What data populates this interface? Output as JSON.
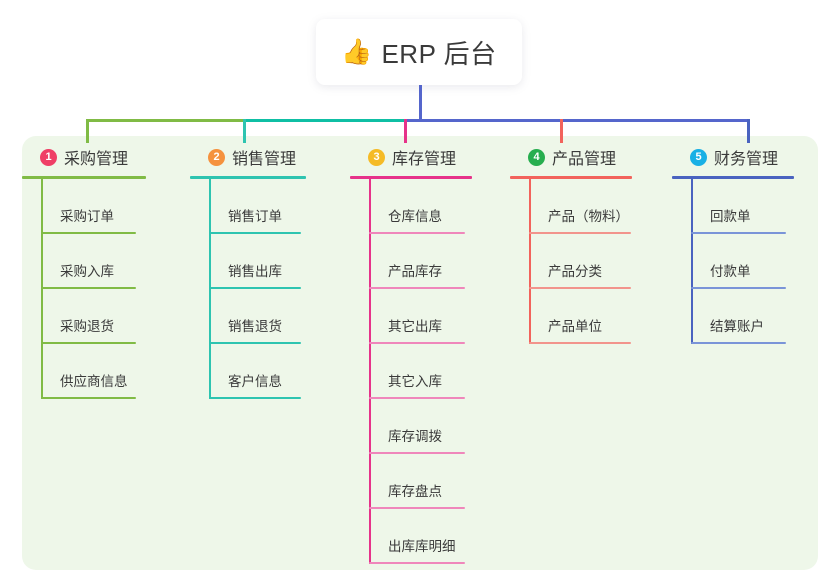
{
  "root": {
    "icon": "thumbs-up-icon",
    "icon_glyph": "👍",
    "title": "ERP 后台"
  },
  "panel": {
    "background": "#eef7e9"
  },
  "connector": {
    "stem_color": "#5566cc",
    "segments": [
      {
        "name": "segment-green",
        "color": "#80bb45"
      },
      {
        "name": "segment-teal",
        "color": "#0fbfa4"
      },
      {
        "name": "segment-blue",
        "color": "#5566cc"
      }
    ]
  },
  "columns": [
    {
      "number": "1",
      "title": "采购管理",
      "badge_color": "#ef3f66",
      "line_color": "#80bb45",
      "trunk_color": "#80bb45",
      "items": [
        {
          "label": "采购订单"
        },
        {
          "label": "采购入库"
        },
        {
          "label": "采购退货"
        },
        {
          "label": "供应商信息"
        }
      ]
    },
    {
      "number": "2",
      "title": "销售管理",
      "badge_color": "#f5923e",
      "line_color": "#2ec4b0",
      "trunk_color": "#2ec4b0",
      "items": [
        {
          "label": "销售订单"
        },
        {
          "label": "销售出库"
        },
        {
          "label": "销售退货"
        },
        {
          "label": "客户信息"
        }
      ]
    },
    {
      "number": "3",
      "title": "库存管理",
      "badge_color": "#f5bb26",
      "line_color": "#ef87bb",
      "trunk_color": "#e6338a",
      "items": [
        {
          "label": "仓库信息"
        },
        {
          "label": "产品库存"
        },
        {
          "label": "其它出库"
        },
        {
          "label": "其它入库"
        },
        {
          "label": "库存调拨"
        },
        {
          "label": "库存盘点"
        },
        {
          "label": "出库库明细"
        }
      ]
    },
    {
      "number": "4",
      "title": "产品管理",
      "badge_color": "#27ae4f",
      "line_color": "#f2948c",
      "trunk_color": "#f2635c",
      "items": [
        {
          "label": "产品（物料）"
        },
        {
          "label": "产品分类"
        },
        {
          "label": "产品单位"
        }
      ]
    },
    {
      "number": "5",
      "title": "财务管理",
      "badge_color": "#19b0e5",
      "line_color": "#7a94d8",
      "trunk_color": "#4a63c0",
      "items": [
        {
          "label": "回款单"
        },
        {
          "label": "付款单"
        },
        {
          "label": "结算账户"
        }
      ]
    }
  ]
}
